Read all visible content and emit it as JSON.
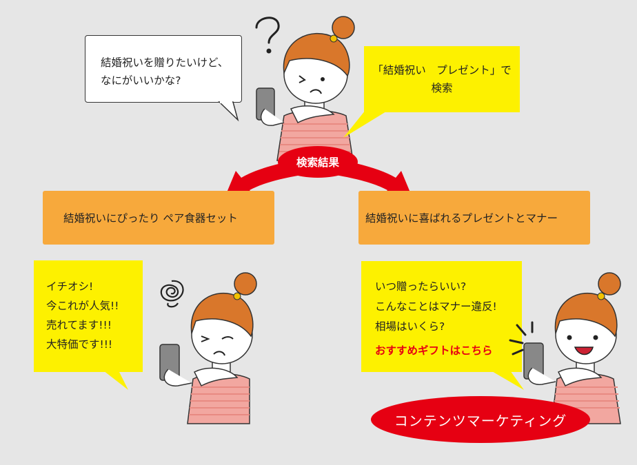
{
  "top": {
    "thought_bubble": {
      "line1": "結婚祝いを贈りたいけど、",
      "line2": "なにがいいかな?"
    },
    "search_bubble": {
      "line1": "「結婚祝い　プレゼント」で",
      "line2": "検索"
    },
    "question_mark": "?"
  },
  "search_results_label": "検索結果",
  "results": {
    "left_title": "結婚祝いにぴったり ペア食器セット",
    "right_title": "結婚祝いに喜ばれるプレゼントとマナー"
  },
  "left_panel": {
    "lines": [
      "イチオシ!",
      "今これが人気!!",
      "売れてます!!!",
      "大特価です!!!"
    ]
  },
  "right_panel": {
    "lines": [
      "いつ贈ったらいい?",
      "こんなことはマナー違反!",
      "相場はいくら?"
    ],
    "cta": "おすすめギフトはこちら"
  },
  "content_marketing_label": "コンテンツマーケティング",
  "colors": {
    "background": "#e6e6e6",
    "yellow": "#fdf100",
    "orange": "#f7a93c",
    "red": "#e60012",
    "hair": "#d9772b",
    "shirt": "#f2a7a0"
  },
  "icons": [
    "question-mark-icon",
    "scribble-icon",
    "excitement-lines-icon",
    "smartphone-icon"
  ]
}
